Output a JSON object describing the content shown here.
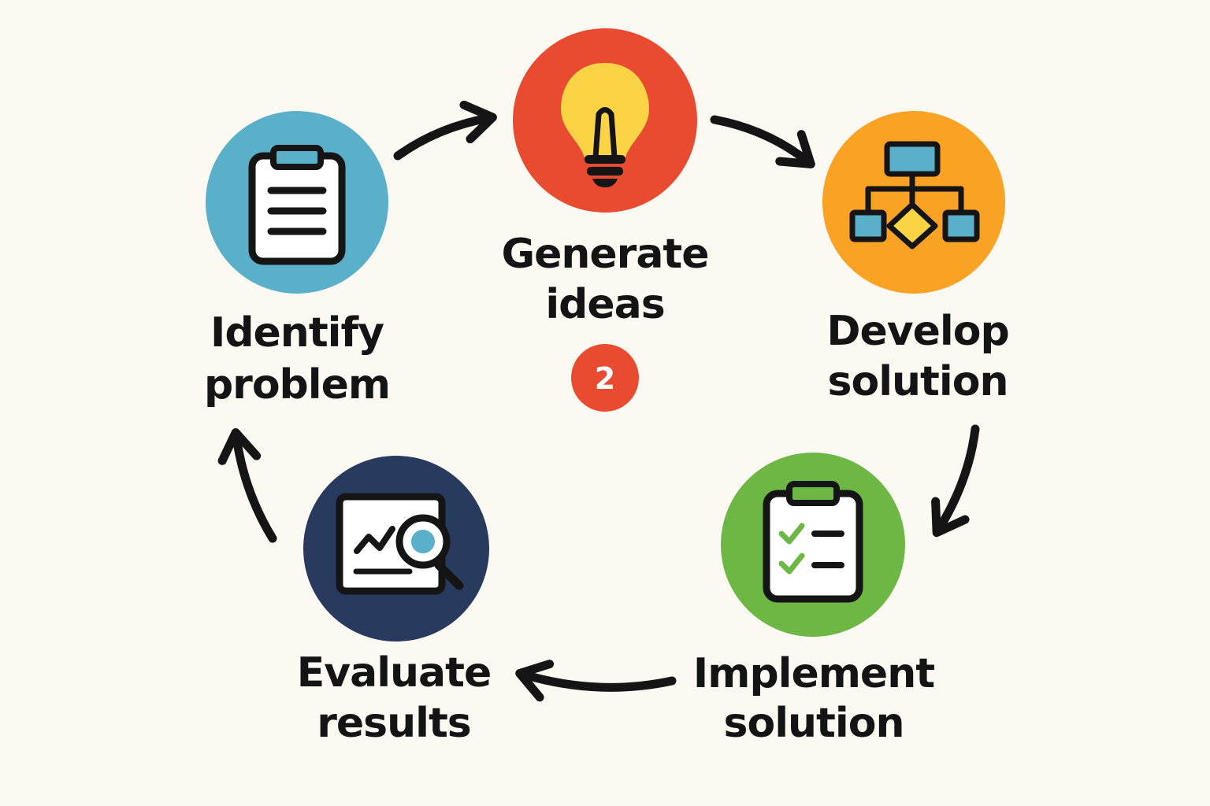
{
  "diagram": {
    "steps": [
      {
        "id": "identify",
        "label_line1": "Identify",
        "label_line2": "problem",
        "color": "#5aafc9",
        "icon": "clipboard-icon"
      },
      {
        "id": "generate",
        "label_line1": "Generate",
        "label_line2": "ideas",
        "color": "#e94b30",
        "icon": "lightbulb-icon"
      },
      {
        "id": "develop",
        "label_line1": "Develop",
        "label_line2": "solution",
        "color": "#f9a224",
        "icon": "flowchart-icon"
      },
      {
        "id": "implement",
        "label_line1": "Implement",
        "label_line2": "solution",
        "color": "#6db745",
        "icon": "checklist-icon"
      },
      {
        "id": "evaluate",
        "label_line1": "Evaluate",
        "label_line2": "results",
        "color": "#283a5e",
        "icon": "chart-magnifier-icon"
      }
    ],
    "badge": {
      "text": "2",
      "color": "#e94b30"
    },
    "colors": {
      "background": "#fbf9f1",
      "ink": "#151515",
      "bulb_yellow": "#fbd445",
      "node_blue": "#5aafc9",
      "check_green": "#6db745"
    }
  }
}
